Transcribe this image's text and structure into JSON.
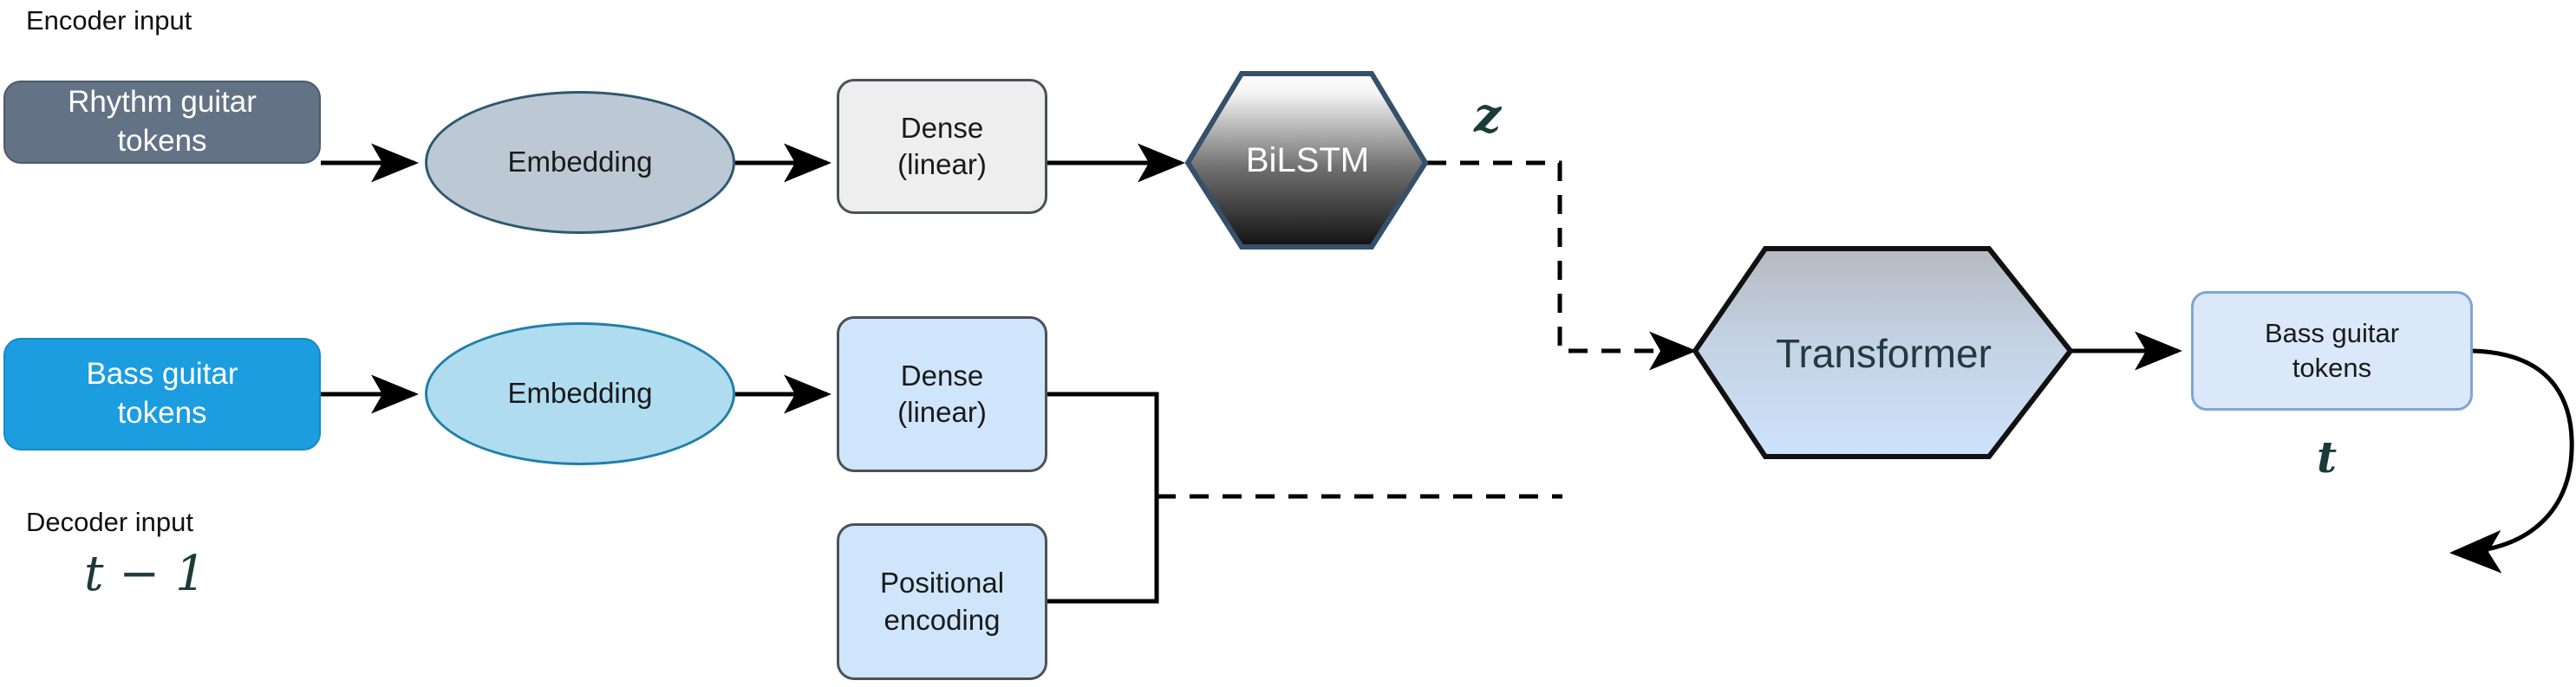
{
  "diagram": {
    "title_text_present": false,
    "colors": {
      "encoder_input_fill": "#647286",
      "decoder_input_fill": "#1c9ddf",
      "encoder_embedding_fill": "#bcc9d4",
      "decoder_embedding_fill": "#b0dcf0",
      "dense_gray_fill": "#eeeeee",
      "dense_blue_fill": "#cfe5fb",
      "output_fill": "#dae8fa",
      "bilstm_gradient_from": "#ffffff",
      "bilstm_gradient_to": "#111111",
      "transformer_gradient_from": "#b9bec4",
      "transformer_gradient_to": "#cfe2fa",
      "edge_color": "#000000",
      "math_color": "#1d3a3a"
    },
    "labels": {
      "encoder_input": "Encoder input",
      "decoder_input": "Decoder input",
      "latent_z": "z",
      "timestep_prev": "t − 1",
      "timestep_now": "t"
    },
    "nodes": {
      "rhythm_tokens": "Rhythm guitar\ntokens",
      "encoder_embedding": "Embedding",
      "encoder_dense": "Dense\n(linear)",
      "bilstm": "BiLSTM",
      "bass_tokens_in": "Bass guitar\ntokens",
      "decoder_embedding": "Embedding",
      "decoder_dense": "Dense\n(linear)",
      "positional_encoding": "Positional\nencoding",
      "transformer": "Transformer",
      "bass_tokens_out": "Bass guitar\ntokens"
    }
  }
}
